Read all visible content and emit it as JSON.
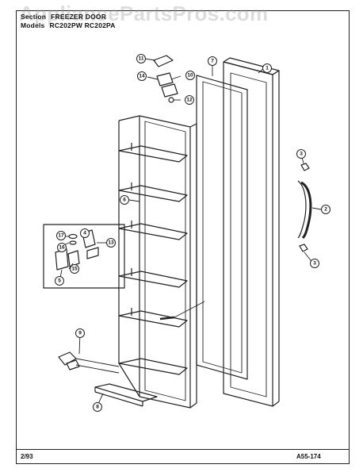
{
  "watermark": "AppliancePartsPros.com",
  "header": {
    "section_label": "Section",
    "section_value": "FREEZER DOOR",
    "models_label": "Models",
    "models_value": "RC202PW   RC202PA"
  },
  "footer": {
    "date": "2/93",
    "figure_id": "A55-174"
  },
  "callouts": [
    "1",
    "2",
    "3",
    "3",
    "4",
    "5",
    "6",
    "7",
    "8",
    "9",
    "10",
    "11",
    "12",
    "13",
    "14",
    "15",
    "16",
    "17"
  ]
}
